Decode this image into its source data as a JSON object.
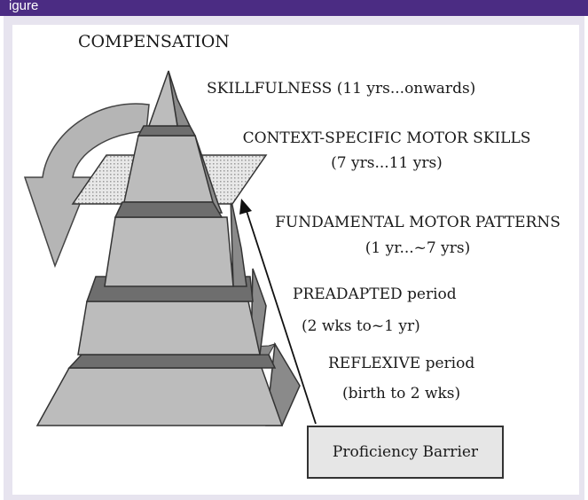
{
  "header": {
    "text": "igure"
  },
  "diagram": {
    "compensation_label": "COMPENSATION",
    "levels": [
      {
        "title": "SKILLFULNESS (11 yrs...onwards)",
        "range": ""
      },
      {
        "title": "CONTEXT-SPECIFIC MOTOR SKILLS",
        "range": "(7 yrs...11 yrs)"
      },
      {
        "title": "FUNDAMENTAL MOTOR PATTERNS",
        "range": "(1 yr...~7 yrs)"
      },
      {
        "title": "PREADAPTED period",
        "range": "(2 wks to~1 yr)"
      },
      {
        "title": "REFLEXIVE period",
        "range": "(birth to 2 wks)"
      }
    ],
    "barrier_label": "Proficiency Barrier"
  },
  "colors": {
    "header": "#4b2c83",
    "frame": "#e7e4ef",
    "tier_front": "#bcbcbc",
    "tier_side": "#8a8a8a",
    "tier_band": "#6e6e6e",
    "arrow_fill": "#b5b5b5"
  }
}
